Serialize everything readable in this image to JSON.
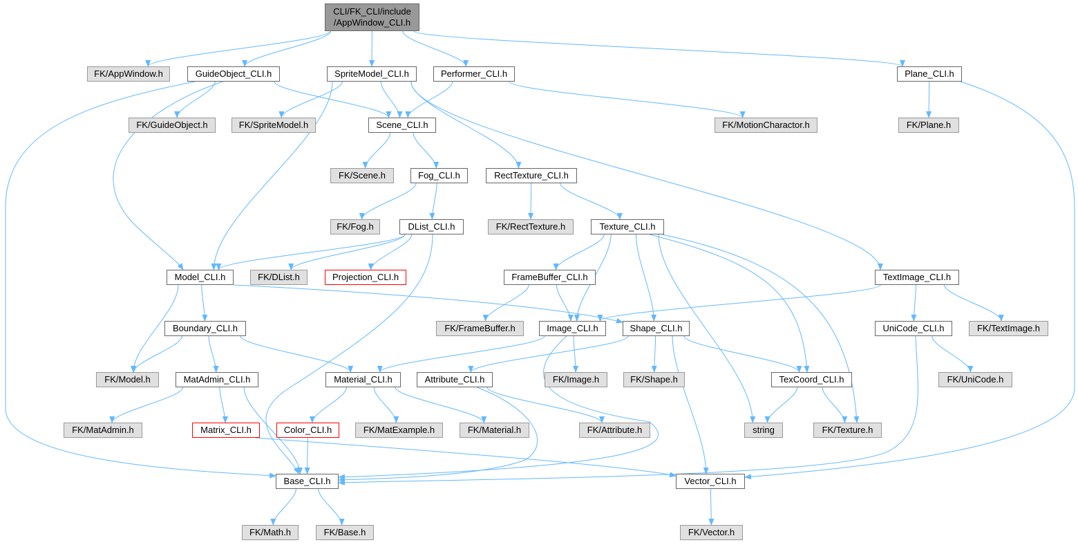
{
  "graph": {
    "edge_color": "#63b8ff",
    "nodes": [
      {
        "id": "root",
        "label": "CLI/FK_CLI/include\n/AppWindow_CLI.h",
        "kind": "root"
      },
      {
        "id": "fk_appwindow",
        "label": "FK/AppWindow.h",
        "kind": "ext"
      },
      {
        "id": "guideobject",
        "label": "GuideObject_CLI.h",
        "kind": "local"
      },
      {
        "id": "spritemodel",
        "label": "SpriteModel_CLI.h",
        "kind": "local"
      },
      {
        "id": "performer",
        "label": "Performer_CLI.h",
        "kind": "local"
      },
      {
        "id": "plane",
        "label": "Plane_CLI.h",
        "kind": "local"
      },
      {
        "id": "fk_guideobject",
        "label": "FK/GuideObject.h",
        "kind": "ext"
      },
      {
        "id": "fk_spritemodel",
        "label": "FK/SpriteModel.h",
        "kind": "ext"
      },
      {
        "id": "scene",
        "label": "Scene_CLI.h",
        "kind": "local"
      },
      {
        "id": "fk_motion",
        "label": "FK/MotionCharactor.h",
        "kind": "ext"
      },
      {
        "id": "fk_plane",
        "label": "FK/Plane.h",
        "kind": "ext"
      },
      {
        "id": "fk_scene",
        "label": "FK/Scene.h",
        "kind": "ext"
      },
      {
        "id": "fog",
        "label": "Fog_CLI.h",
        "kind": "local"
      },
      {
        "id": "recttexture",
        "label": "RectTexture_CLI.h",
        "kind": "local"
      },
      {
        "id": "fk_fog",
        "label": "FK/Fog.h",
        "kind": "ext"
      },
      {
        "id": "dlist",
        "label": "DList_CLI.h",
        "kind": "local"
      },
      {
        "id": "fk_recttexture",
        "label": "FK/RectTexture.h",
        "kind": "ext"
      },
      {
        "id": "texture",
        "label": "Texture_CLI.h",
        "kind": "local"
      },
      {
        "id": "model",
        "label": "Model_CLI.h",
        "kind": "local"
      },
      {
        "id": "fk_dlist",
        "label": "FK/DList.h",
        "kind": "ext"
      },
      {
        "id": "projection",
        "label": "Projection_CLI.h",
        "kind": "missing"
      },
      {
        "id": "framebuffer",
        "label": "FrameBuffer_CLI.h",
        "kind": "local"
      },
      {
        "id": "textimage",
        "label": "TextImage_CLI.h",
        "kind": "local"
      },
      {
        "id": "boundary",
        "label": "Boundary_CLI.h",
        "kind": "local"
      },
      {
        "id": "fk_framebuffer",
        "label": "FK/FrameBuffer.h",
        "kind": "ext"
      },
      {
        "id": "image",
        "label": "Image_CLI.h",
        "kind": "local"
      },
      {
        "id": "shape",
        "label": "Shape_CLI.h",
        "kind": "local"
      },
      {
        "id": "unicode",
        "label": "UniCode_CLI.h",
        "kind": "local"
      },
      {
        "id": "fk_textimage",
        "label": "FK/TextImage.h",
        "kind": "ext"
      },
      {
        "id": "fk_model",
        "label": "FK/Model.h",
        "kind": "ext"
      },
      {
        "id": "matadmin",
        "label": "MatAdmin_CLI.h",
        "kind": "local"
      },
      {
        "id": "material",
        "label": "Material_CLI.h",
        "kind": "local"
      },
      {
        "id": "attribute",
        "label": "Attribute_CLI.h",
        "kind": "local"
      },
      {
        "id": "fk_image",
        "label": "FK/Image.h",
        "kind": "ext"
      },
      {
        "id": "fk_shape",
        "label": "FK/Shape.h",
        "kind": "ext"
      },
      {
        "id": "texcoord",
        "label": "TexCoord_CLI.h",
        "kind": "local"
      },
      {
        "id": "fk_unicode",
        "label": "FK/UniCode.h",
        "kind": "ext"
      },
      {
        "id": "fk_matadmin",
        "label": "FK/MatAdmin.h",
        "kind": "ext"
      },
      {
        "id": "matrix",
        "label": "Matrix_CLI.h",
        "kind": "missing"
      },
      {
        "id": "color",
        "label": "Color_CLI.h",
        "kind": "missing"
      },
      {
        "id": "fk_matexample",
        "label": "FK/MatExample.h",
        "kind": "ext"
      },
      {
        "id": "fk_material",
        "label": "FK/Material.h",
        "kind": "ext"
      },
      {
        "id": "fk_attribute",
        "label": "FK/Attribute.h",
        "kind": "ext"
      },
      {
        "id": "string",
        "label": "string",
        "kind": "ext"
      },
      {
        "id": "fk_texture",
        "label": "FK/Texture.h",
        "kind": "ext"
      },
      {
        "id": "base",
        "label": "Base_CLI.h",
        "kind": "local"
      },
      {
        "id": "vector",
        "label": "Vector_CLI.h",
        "kind": "local"
      },
      {
        "id": "fk_math",
        "label": "FK/Math.h",
        "kind": "ext"
      },
      {
        "id": "fk_base",
        "label": "FK/Base.h",
        "kind": "ext"
      },
      {
        "id": "fk_vector",
        "label": "FK/Vector.h",
        "kind": "ext"
      }
    ],
    "edges": [
      [
        "root",
        "fk_appwindow"
      ],
      [
        "root",
        "guideobject"
      ],
      [
        "root",
        "spritemodel"
      ],
      [
        "root",
        "performer"
      ],
      [
        "root",
        "plane"
      ],
      [
        "guideobject",
        "fk_guideobject"
      ],
      [
        "guideobject",
        "scene"
      ],
      [
        "guideobject",
        "model"
      ],
      [
        "guideobject",
        "base"
      ],
      [
        "spritemodel",
        "fk_spritemodel"
      ],
      [
        "spritemodel",
        "scene"
      ],
      [
        "spritemodel",
        "model"
      ],
      [
        "spritemodel",
        "recttexture"
      ],
      [
        "spritemodel",
        "textimage"
      ],
      [
        "performer",
        "scene"
      ],
      [
        "performer",
        "fk_motion"
      ],
      [
        "plane",
        "fk_plane"
      ],
      [
        "plane",
        "vector"
      ],
      [
        "scene",
        "fk_scene"
      ],
      [
        "scene",
        "fog"
      ],
      [
        "fog",
        "fk_fog"
      ],
      [
        "fog",
        "dlist"
      ],
      [
        "dlist",
        "model"
      ],
      [
        "dlist",
        "fk_dlist"
      ],
      [
        "dlist",
        "projection"
      ],
      [
        "dlist",
        "base"
      ],
      [
        "recttexture",
        "fk_recttexture"
      ],
      [
        "recttexture",
        "texture"
      ],
      [
        "texture",
        "framebuffer"
      ],
      [
        "texture",
        "image"
      ],
      [
        "texture",
        "shape"
      ],
      [
        "texture",
        "string"
      ],
      [
        "texture",
        "texcoord"
      ],
      [
        "texture",
        "fk_texture"
      ],
      [
        "model",
        "fk_model"
      ],
      [
        "model",
        "boundary"
      ],
      [
        "model",
        "shape"
      ],
      [
        "textimage",
        "image"
      ],
      [
        "textimage",
        "unicode"
      ],
      [
        "textimage",
        "fk_textimage"
      ],
      [
        "framebuffer",
        "fk_framebuffer"
      ],
      [
        "framebuffer",
        "image"
      ],
      [
        "boundary",
        "fk_model"
      ],
      [
        "boundary",
        "matadmin"
      ],
      [
        "boundary",
        "material"
      ],
      [
        "image",
        "material"
      ],
      [
        "image",
        "fk_image"
      ],
      [
        "image",
        "base"
      ],
      [
        "shape",
        "attribute"
      ],
      [
        "shape",
        "fk_shape"
      ],
      [
        "shape",
        "texcoord"
      ],
      [
        "shape",
        "vector"
      ],
      [
        "unicode",
        "fk_unicode"
      ],
      [
        "unicode",
        "base"
      ],
      [
        "matadmin",
        "fk_matadmin"
      ],
      [
        "matadmin",
        "matrix"
      ],
      [
        "matadmin",
        "base"
      ],
      [
        "material",
        "color"
      ],
      [
        "material",
        "fk_matexample"
      ],
      [
        "material",
        "fk_material"
      ],
      [
        "attribute",
        "fk_attribute"
      ],
      [
        "attribute",
        "base"
      ],
      [
        "texcoord",
        "string"
      ],
      [
        "texcoord",
        "fk_texture"
      ],
      [
        "matrix",
        "vector"
      ],
      [
        "color",
        "base"
      ],
      [
        "base",
        "fk_math"
      ],
      [
        "base",
        "fk_base"
      ],
      [
        "vector",
        "fk_vector"
      ]
    ]
  }
}
